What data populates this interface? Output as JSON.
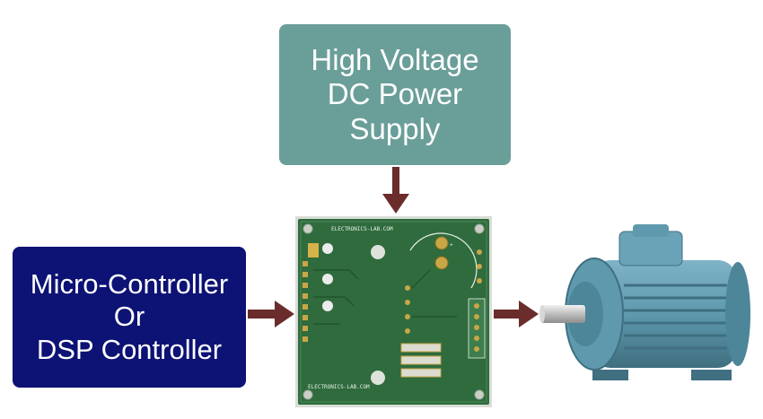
{
  "blocks": {
    "power_supply": {
      "lines": [
        "High Voltage",
        "DC Power",
        "Supply"
      ]
    },
    "controller": {
      "lines": [
        "Micro-Controller",
        "Or",
        "DSP Controller"
      ]
    }
  },
  "pcb": {
    "silkscreen_top": "ELECTRONICS-LAB.COM",
    "silkscreen_bottom": "ELECTRONICS-LAB.COM"
  },
  "colors": {
    "power_supply_bg": "#6a9e99",
    "controller_bg": "#0d1275",
    "arrow": "#6b2c2c",
    "pcb": "#2f6b3d",
    "motor": "#5e99ad"
  }
}
